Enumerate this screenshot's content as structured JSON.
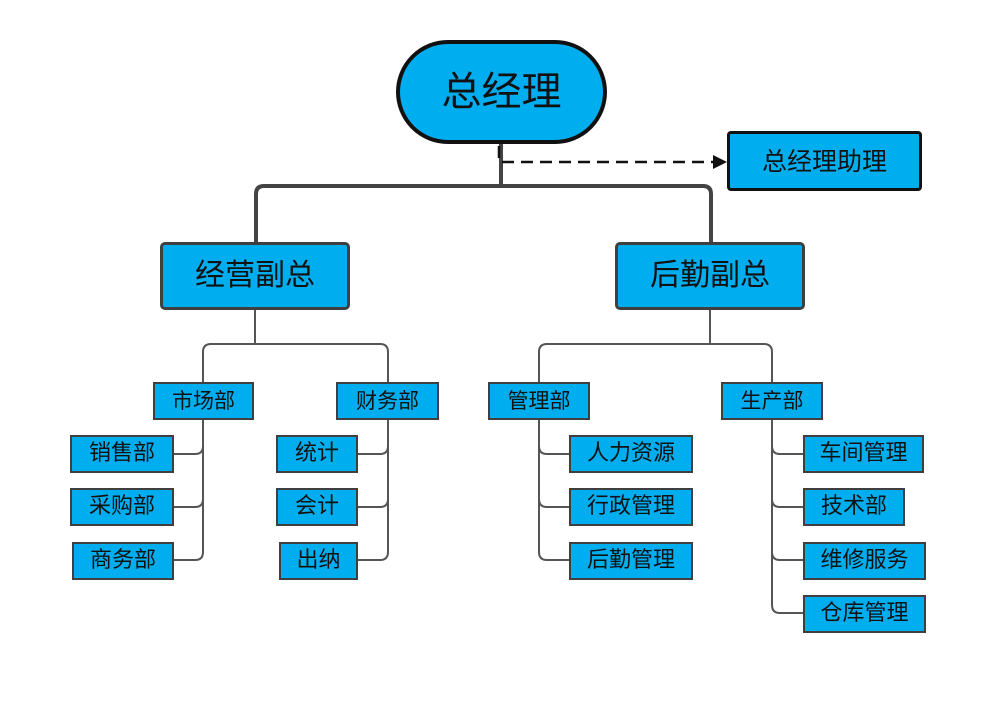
{
  "diagram": {
    "ceo": "总经理",
    "assistant": "总经理助理",
    "vp_operations": {
      "title": "经营副总",
      "departments": [
        {
          "name": "市场部",
          "units": [
            "销售部",
            "采购部",
            "商务部"
          ]
        },
        {
          "name": "财务部",
          "units": [
            "统计",
            "会计",
            "出纳"
          ]
        }
      ]
    },
    "vp_logistics": {
      "title": "后勤副总",
      "departments": [
        {
          "name": "管理部",
          "units": [
            "人力资源",
            "行政管理",
            "后勤管理"
          ]
        },
        {
          "name": "生产部",
          "units": [
            "车间管理",
            "技术部",
            "维修服务",
            "仓库管理"
          ]
        }
      ]
    }
  }
}
